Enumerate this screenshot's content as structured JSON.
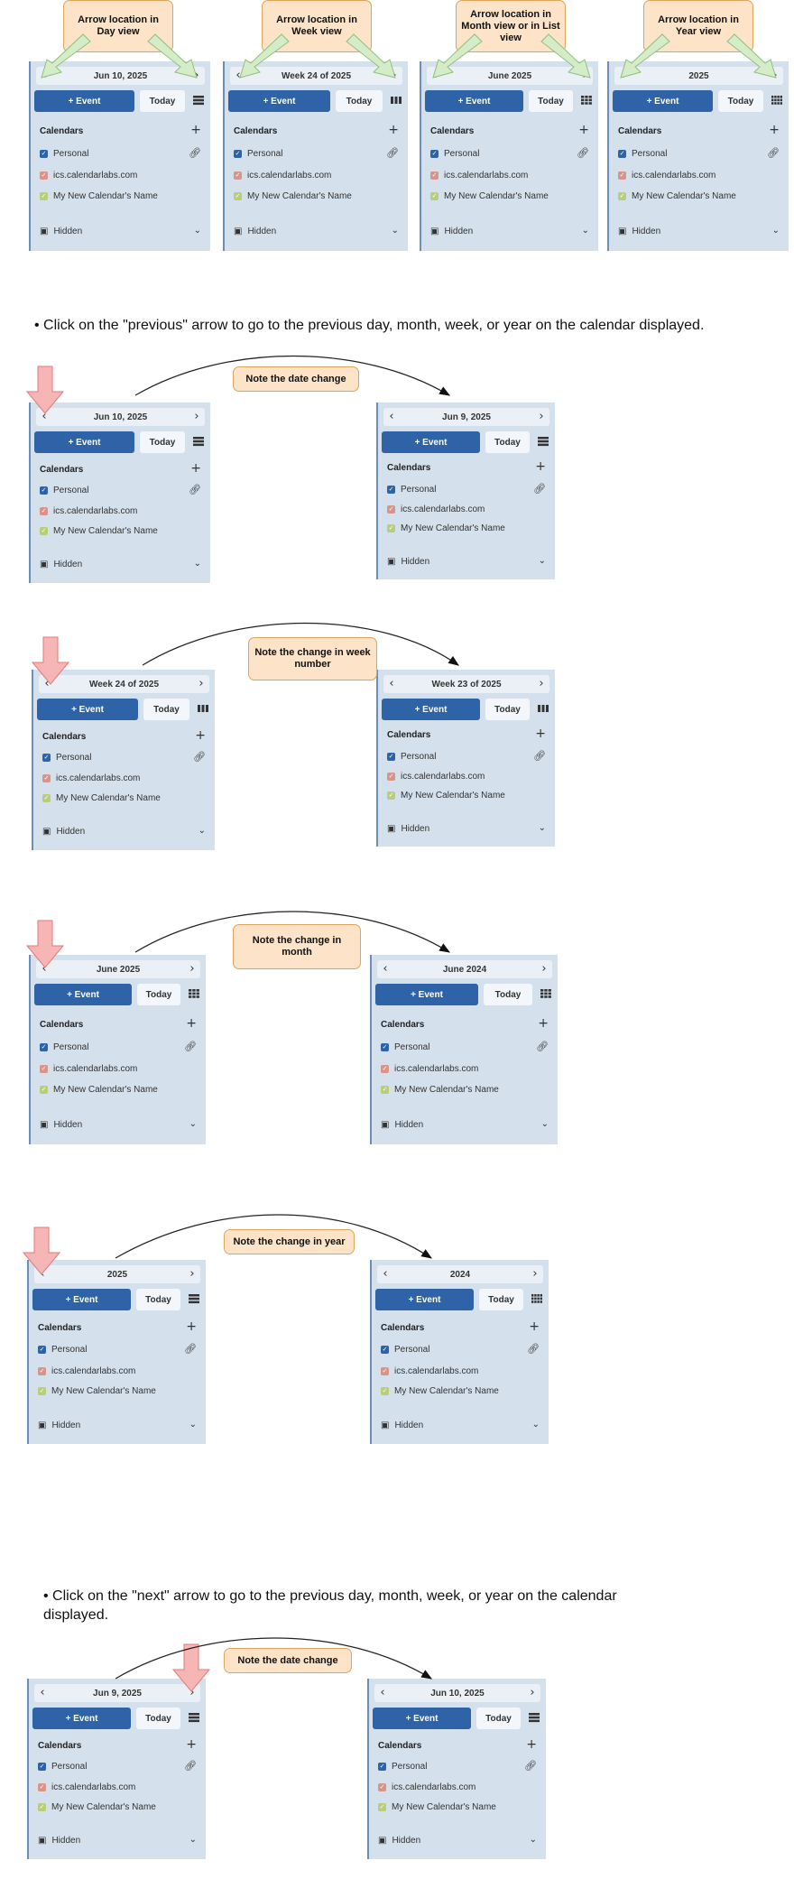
{
  "panel_texts": {
    "event_label": "+ Event",
    "today_label": "Today",
    "calendars_heading": "Calendars",
    "personal": "Personal",
    "ics": "ics.calendarlabs.com",
    "new_cal": "My New Calendar's Name",
    "hidden": "Hidden"
  },
  "colors": {
    "panel_bg": "#d4e0ec",
    "event_button": "#2f63a7",
    "personal_check": "#2f63a7",
    "ics_check": "#d9948a",
    "new_cal_check": "#b9cd7a",
    "callout_bg": "#fde4c8",
    "down_arrow": "#f7b6b6",
    "diag_arrow": "#d5ecc8"
  },
  "top_callouts": [
    "Arrow location in Day view",
    "Arrow location in Week view",
    "Arrow location in Month view or in List view",
    "Arrow location in Year view"
  ],
  "panels": [
    {
      "date": "Jun 10, 2025",
      "view_icon": "list-view-icon"
    },
    {
      "date": "Week 24 of 2025",
      "view_icon": "week-view-icon"
    },
    {
      "date": "June 2025",
      "view_icon": "month-view-icon"
    },
    {
      "date": "2025",
      "view_icon": "year-view-icon"
    },
    {
      "date": "Jun 10, 2025",
      "view_icon": "list-view-icon"
    },
    {
      "date": "Jun 9, 2025",
      "view_icon": "list-view-icon"
    },
    {
      "date": "Week 24 of 2025",
      "view_icon": "week-view-icon"
    },
    {
      "date": "Week 23 of 2025",
      "view_icon": "week-view-icon"
    },
    {
      "date": "June 2025",
      "view_icon": "month-view-icon"
    },
    {
      "date": "June 2024",
      "view_icon": "month-view-icon"
    },
    {
      "date": "2025",
      "view_icon": "list-view-icon"
    },
    {
      "date": "2024",
      "view_icon": "year-view-icon"
    },
    {
      "date": "Jun 9, 2025",
      "view_icon": "list-view-icon"
    },
    {
      "date": "Jun 10, 2025",
      "view_icon": "list-view-icon"
    }
  ],
  "bullets": {
    "previous": "Click on the \"previous\" arrow to go to the previous day, month, week, or year on the calendar displayed.",
    "next_line1": "Click on the \"next\" arrow to go to the previous day, month, week, or year on the calendar",
    "next_line2": "displayed."
  },
  "section_callouts": {
    "day_prev": "Note the date change",
    "week_prev": "Note the change in week number",
    "month_prev": "Note the change in month",
    "year_prev": "Note the change in year",
    "day_next": "Note the date change"
  }
}
